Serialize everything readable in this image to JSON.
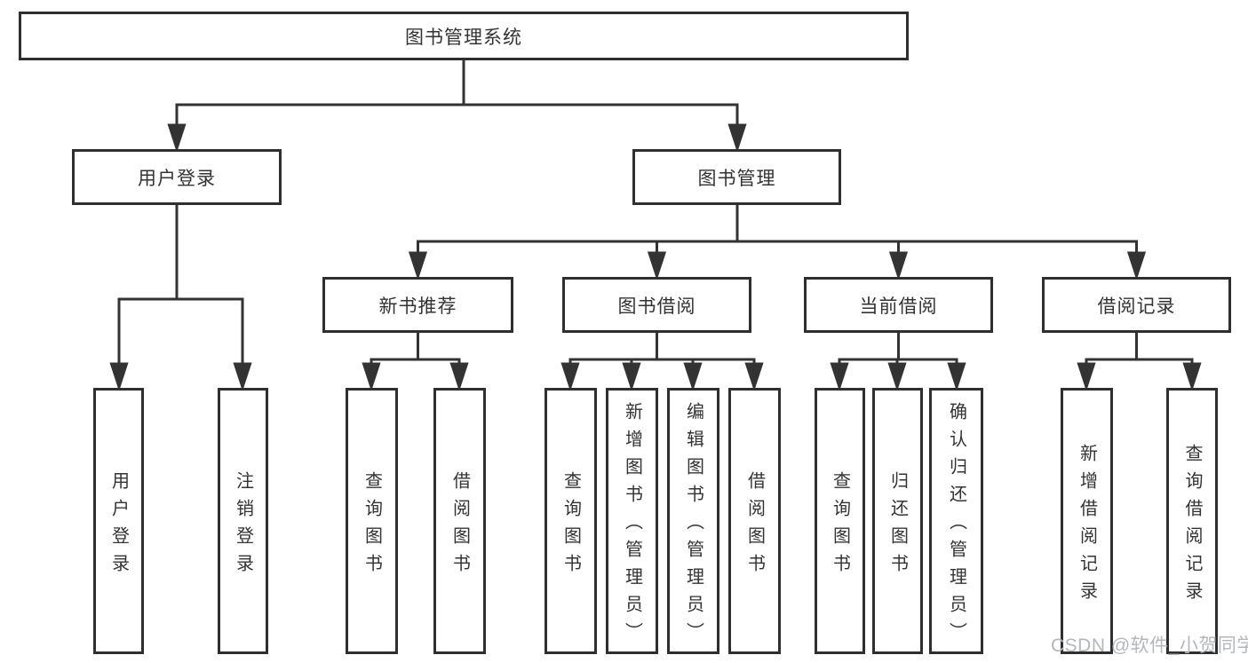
{
  "diagram": {
    "root": {
      "label": "图书管理系统",
      "children": [
        {
          "label": "用户登录",
          "children": [
            {
              "label": "用户登录"
            },
            {
              "label": "注销登录"
            }
          ]
        },
        {
          "label": "图书管理",
          "children": [
            {
              "label": "新书推荐",
              "children": [
                {
                  "label": "查询图书"
                },
                {
                  "label": "借阅图书"
                }
              ]
            },
            {
              "label": "图书借阅",
              "children": [
                {
                  "label": "查询图书"
                },
                {
                  "label": "新增图书（管理员）"
                },
                {
                  "label": "编辑图书（管理员）"
                },
                {
                  "label": "借阅图书"
                }
              ]
            },
            {
              "label": "当前借阅",
              "children": [
                {
                  "label": "查询图书"
                },
                {
                  "label": "归还图书"
                },
                {
                  "label": "确认归还（管理员）"
                }
              ]
            },
            {
              "label": "借阅记录",
              "children": [
                {
                  "label": "新增借阅记录"
                },
                {
                  "label": "查询借阅记录"
                }
              ]
            }
          ]
        }
      ]
    },
    "colors": {
      "line": "#333333",
      "box_border": "#2f2f2f",
      "text": "#333333",
      "background": "#ffffff",
      "watermark": "#b4b7ba"
    }
  },
  "watermark": {
    "text": "CSDN @软件_小贺同学"
  }
}
